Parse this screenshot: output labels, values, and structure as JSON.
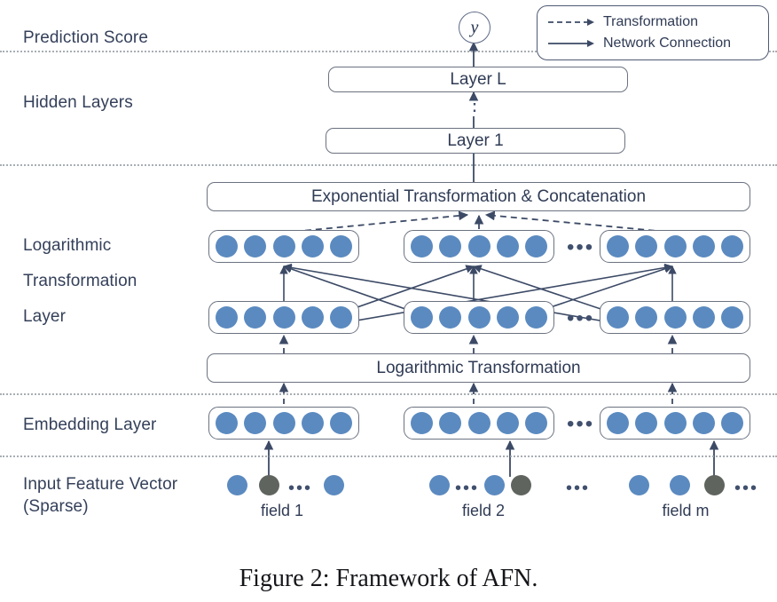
{
  "figure": {
    "caption": "Figure 2: Framework of AFN.",
    "output_node_label": "y"
  },
  "legend": {
    "items": [
      {
        "label": "Transformation",
        "style": "dashed-arrow",
        "color": "#3c4a66"
      },
      {
        "label": "Network Connection",
        "style": "solid-arrow",
        "color": "#3c4a66"
      }
    ]
  },
  "stages": [
    {
      "name": "prediction-score",
      "label": "Prediction Score"
    },
    {
      "name": "hidden-layers",
      "label": "Hidden Layers"
    },
    {
      "name": "logarithmic-transformation-layer",
      "label": "Logarithmic\nTransformation\nLayer"
    },
    {
      "name": "embedding-layer",
      "label": "Embedding Layer"
    },
    {
      "name": "input-feature-vector",
      "label": "Input Feature Vector\n(Sparse)"
    }
  ],
  "boxes": {
    "layer_l": "Layer L",
    "layer_1": "Layer 1",
    "vertical_ellipsis": "⋮",
    "exponential_transformation": "Exponential Transformation & Concatenation",
    "logarithmic_transformation": "Logarithmic Transformation"
  },
  "groups": {
    "neurons_per_group": 5,
    "ellipsis": "•••",
    "log_output_row": [
      {
        "name": "log-out-group-1"
      },
      {
        "name": "log-out-group-2"
      },
      {
        "name": "log-out-group-m"
      }
    ],
    "log_input_row": [
      {
        "name": "log-in-group-1"
      },
      {
        "name": "log-in-group-2"
      },
      {
        "name": "log-in-group-m"
      }
    ],
    "embedding_row": [
      {
        "name": "embedding-group-1"
      },
      {
        "name": "embedding-group-2"
      },
      {
        "name": "embedding-group-m"
      }
    ]
  },
  "input_fields": [
    {
      "label": "field 1",
      "cells": [
        {
          "kind": "blue"
        },
        {
          "kind": "gray"
        },
        {
          "kind": "dots"
        },
        {
          "kind": "blue"
        }
      ]
    },
    {
      "label": "field 2",
      "cells": [
        {
          "kind": "blue"
        },
        {
          "kind": "dots"
        },
        {
          "kind": "blue"
        },
        {
          "kind": "gray"
        }
      ]
    },
    {
      "label": "field m",
      "cells": [
        {
          "kind": "blue"
        },
        {
          "kind": "blue"
        },
        {
          "kind": "gray"
        },
        {
          "kind": "dots"
        }
      ]
    }
  ],
  "field_separator_dots": "•••",
  "colors": {
    "neuron_blue": "#5b8ac0",
    "neuron_gray": "#5f645f",
    "box_border": "#6b7280",
    "text": "#2f3b55",
    "wire": "#3c4a66",
    "divider": "#9aa0a6",
    "background": "#ffffff"
  }
}
